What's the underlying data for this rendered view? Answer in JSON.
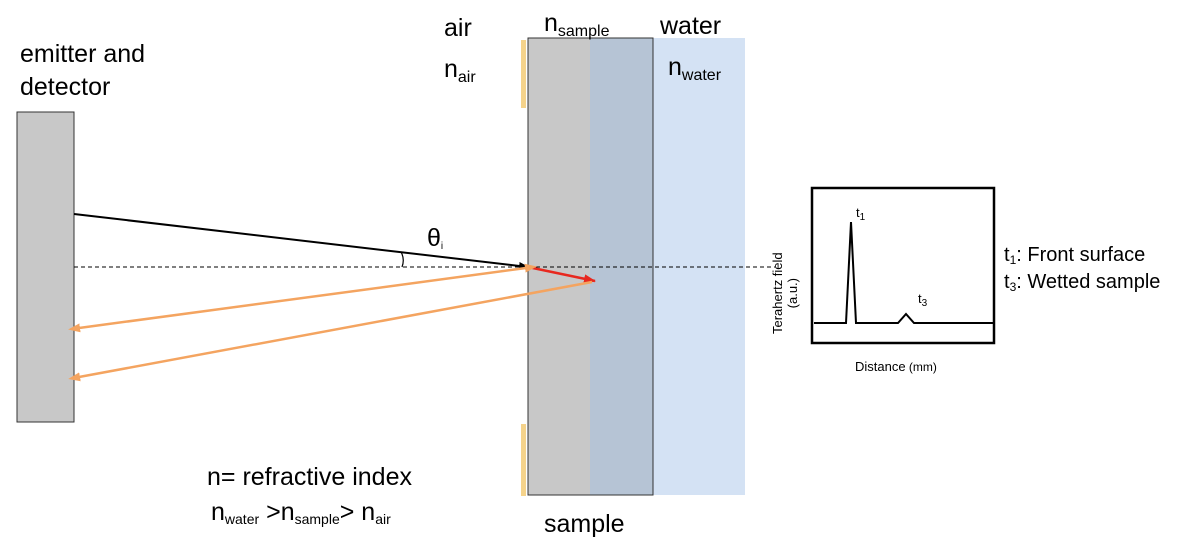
{
  "labels": {
    "emitter_line1": "emitter and",
    "emitter_line2": "detector",
    "air": "air",
    "n_air_n": "n",
    "n_air_sub": "air",
    "n_sample_n": "n",
    "n_sample_sub": "sample",
    "water": "water",
    "n_water_n": "n",
    "n_water_sub": "water",
    "theta": "θ",
    "theta_sub": "i",
    "sample": "sample",
    "refractive_index": "n= refractive index",
    "relation": {
      "n1": "n",
      "s1": "water",
      "op1": " >",
      "n2": "n",
      "s2": "sample",
      "op2": "> ",
      "n3": "n",
      "s3": "air"
    }
  },
  "inset": {
    "ylabel_line1": "Terahertz field",
    "ylabel_line2": "(a.u.)",
    "xlabel": "Distance",
    "xlabel_unit": " (mm)",
    "peak1": "t",
    "peak1_sub": "1",
    "peak3": "t",
    "peak3_sub": "3",
    "legend1_t": "t",
    "legend1_sub": "1",
    "legend1_text": ": Front surface",
    "legend3_t": "t",
    "legend3_sub": "3",
    "legend3_text": ": Wetted sample"
  },
  "colors": {
    "detector_fill": "#c8c8c8",
    "sample_fill": "#c8c8c8",
    "wetted_fill": "#b6c4d5",
    "water_fill": "#d4e2f4",
    "seal": "#f5d38b",
    "incident_ray": "#000000",
    "refracted_ray": "#e8281e",
    "reflected_ray": "#f4a460"
  },
  "icons": {
    "arrowhead": "triangle-arrowhead"
  }
}
